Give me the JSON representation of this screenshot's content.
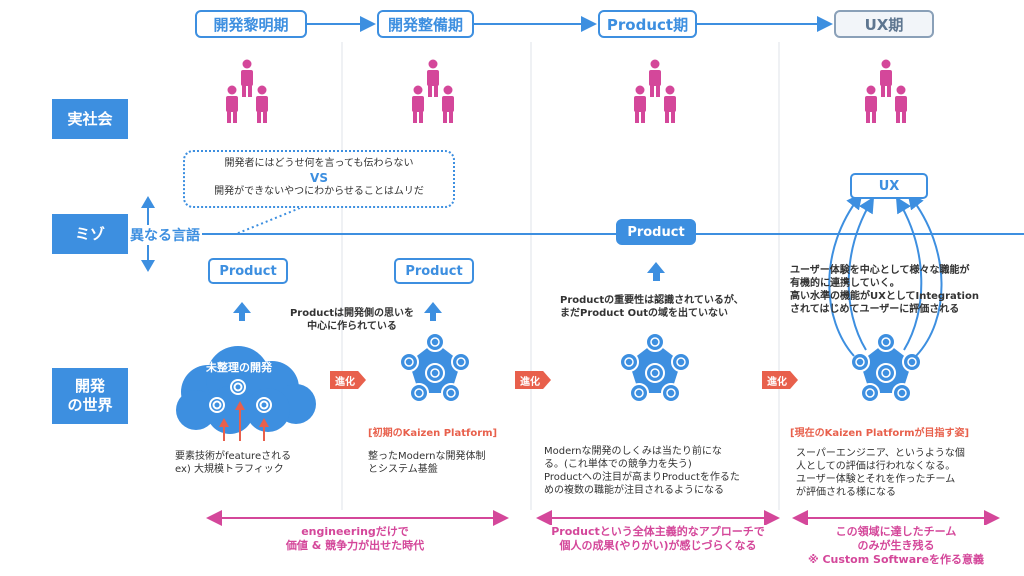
{
  "phases": [
    "開発黎明期",
    "開発整備期",
    "Product期",
    "UX期"
  ],
  "rows": {
    "society": "実社会",
    "mizo": "ミゾ",
    "dev_world": "開発\nの世界"
  },
  "language_label": "異なる言語",
  "bubble": {
    "line1": "開発者にはどうせ何を言っても伝わらない",
    "vs": "VS",
    "line2": "開発ができないやつにわからせることはムリだ"
  },
  "product_label": "Product",
  "ux_label": "UX",
  "cloud_label": "未整理の開発",
  "evolution_label": "進化",
  "notes": {
    "product_made": "Productは開発側の思いを\n中心に作られている",
    "product_recognized": "Productの重要性は認識されているが、\nまだProduct Outの域を出ていない",
    "ux_cooperation": "ユーザー体験を中心として様々な職能が\n有機的に連携していく。\n高い水準の機能がUXとしてIntegration\nされてはじめてユーザーに評価される"
  },
  "captions": {
    "col1": "要素技術がfeatureされる\nex) 大規模トラフィック",
    "col2_title": "[初期のKaizen Platform]",
    "col2": "整ったModernな開発体制\nとシステム基盤",
    "col3": "Modernな開発のしくみは当たり前にな\nる。(これ単体での競争力を失う)\nProductへの注目が高まりProductを作るた\nめの複数の職能が注目されるようになる",
    "col4_title": "[現在のKaizen Platformが目指す姿]",
    "col4": "スーパーエンジニア、というような個\n人としての評価は行われなくなる。\nユーザー体験とそれを作ったチーム\nが評価される様になる"
  },
  "bottom": {
    "b1": "engineeringだけで\n価値 & 競争力が出せた時代",
    "b2": "Productという全体主義的なアプローチで\n個人の成果(やりがい)が感じづらくなる",
    "b3": "この領域に達したチーム\nのみが生き残る\n※ Custom Softwareを作る意義"
  },
  "colors": {
    "blue": "#3d8fe0",
    "people": "#d4479a",
    "evolution": "#e8604c",
    "bottom_text": "#d4479a"
  }
}
